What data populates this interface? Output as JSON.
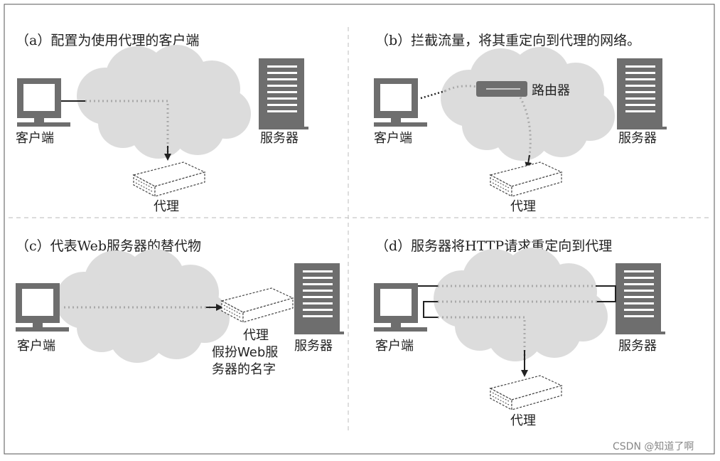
{
  "panels": {
    "a": {
      "caption": "（a）配置为使用代理的客户端",
      "client": "客户端",
      "server": "服务器",
      "proxy": "代理"
    },
    "b": {
      "caption": "（b）拦截流量，将其重定向到代理的网络。",
      "client": "客户端",
      "server": "服务器",
      "proxy": "代理",
      "router": "路由器"
    },
    "c": {
      "caption": "（c）代表Web服务器的替代物",
      "client": "客户端",
      "server": "服务器",
      "proxy": "代理",
      "proxy_note_1": "假扮Web服",
      "proxy_note_2": "务器的名字"
    },
    "d": {
      "caption": "（d）服务器将HTTP请求重定向到代理",
      "client": "客户端",
      "server": "服务器",
      "proxy": "代理"
    }
  },
  "watermark": "CSDN @知道了啊",
  "colors": {
    "cloud": "#dcdcdc",
    "device": "#6e6e6e",
    "dotted": "#a9a9a9",
    "divider": "#c8c8c8"
  }
}
